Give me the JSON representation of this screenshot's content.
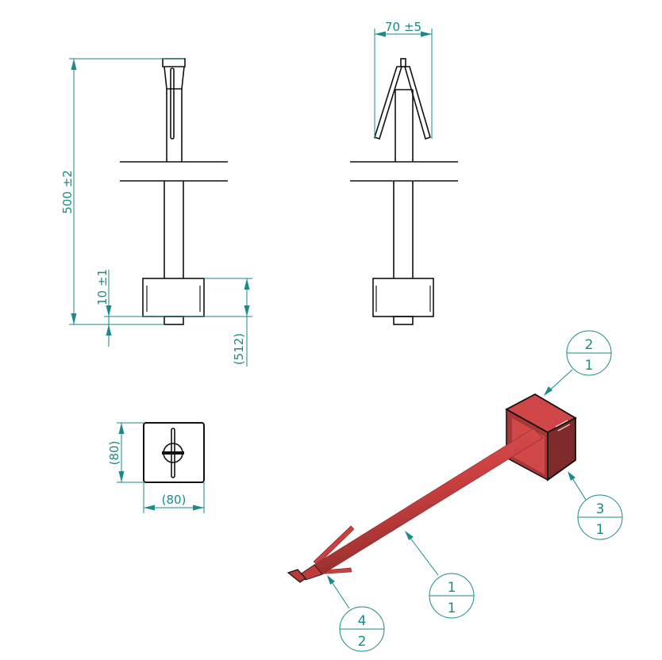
{
  "dimensions": {
    "overall_length": "500 ±2",
    "offset": "10 ±1",
    "reference_length": "(512)",
    "fin_span": "70 ±5",
    "base_height": "(80)",
    "base_width": "(80)"
  },
  "balloons": [
    {
      "item": "2",
      "qty": "1"
    },
    {
      "item": "3",
      "qty": "1"
    },
    {
      "item": "1",
      "qty": "1"
    },
    {
      "item": "4",
      "qty": "2"
    }
  ],
  "colors": {
    "dimension": "#1a8a8a",
    "part": "#cc4444",
    "part_dark": "#7f2b2b"
  }
}
